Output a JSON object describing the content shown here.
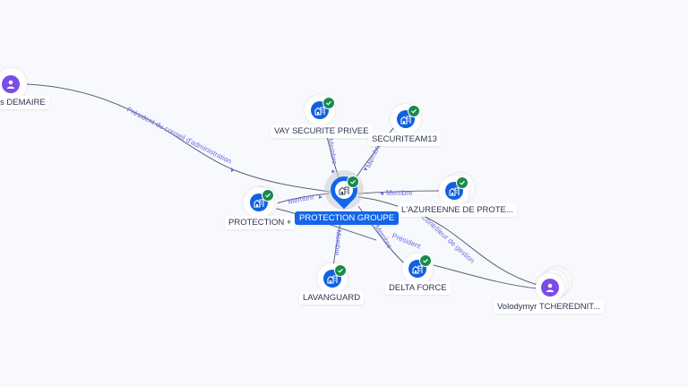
{
  "graph": {
    "center": {
      "label": "PROTECTION GROUPE",
      "icon": "building-icon",
      "verified": true
    },
    "nodes": [
      {
        "id": "demaire",
        "label": "s DEMAIRE",
        "type": "person",
        "icon": "person-icon",
        "verified": false
      },
      {
        "id": "vay",
        "label": "VAY SECURITE PRIVEE",
        "type": "company",
        "icon": "building-icon",
        "verified": true
      },
      {
        "id": "securiteam",
        "label": "SECURITEAM13",
        "type": "company",
        "icon": "building-icon",
        "verified": true
      },
      {
        "id": "protplus",
        "label": "PROTECTION +",
        "type": "company",
        "icon": "building-icon",
        "verified": true
      },
      {
        "id": "azureenne",
        "label": "L'AZUREENNE DE PROTE...",
        "type": "company",
        "icon": "building-icon",
        "verified": true
      },
      {
        "id": "lavanguard",
        "label": "LAVANGUARD",
        "type": "company",
        "icon": "building-icon",
        "verified": true
      },
      {
        "id": "delta",
        "label": "DELTA FORCE",
        "type": "company",
        "icon": "building-icon",
        "verified": true
      },
      {
        "id": "volodymyr",
        "label": "Volodymyr TCHEREDNIT...",
        "type": "person",
        "icon": "person-icon",
        "verified": false
      }
    ],
    "edges": [
      {
        "from": "demaire",
        "to": "center",
        "label": "Président du conseil d'administration"
      },
      {
        "from": "vay",
        "to": "center",
        "label": "Membre"
      },
      {
        "from": "securiteam",
        "to": "center",
        "label": "Membre"
      },
      {
        "from": "protplus",
        "to": "center",
        "label": "Membre"
      },
      {
        "from": "azureenne",
        "to": "center",
        "label": "Membre"
      },
      {
        "from": "lavanguard",
        "to": "center",
        "label": "Membre"
      },
      {
        "from": "delta",
        "to": "center",
        "label": "Membre"
      },
      {
        "from": "volodymyr",
        "to": "delta",
        "label": "Président"
      },
      {
        "from": "volodymyr",
        "to": "center",
        "label": "Contrôleur de gestion"
      }
    ]
  },
  "colors": {
    "company": "#1060e0",
    "person": "#7a4de6",
    "verified": "#1a8a4a",
    "edge_label": "#6b6fe0",
    "center_label_bg": "#1366e8"
  }
}
